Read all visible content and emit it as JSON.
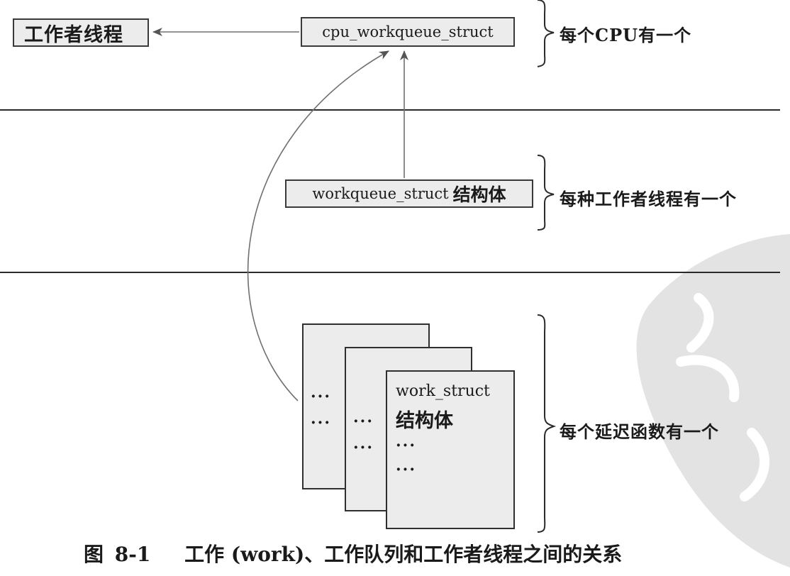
{
  "boxes": {
    "worker_thread": "工作者线程",
    "cpu_workqueue": "cpu_workqueue_struct",
    "workqueue_struct": "workqueue_struct",
    "workqueue_struct_suffix": "结构体",
    "work_struct": "work_struct",
    "work_struct_suffix": "结构体"
  },
  "ellipsis": "···",
  "braces": {
    "per_cpu": "每个CPU有一个",
    "per_worker_type": "每种工作者线程有一个",
    "per_deferred_func": "每个延迟函数有一个"
  },
  "caption": {
    "label": "图",
    "number": "8-1",
    "text": "工作 (work)、工作队列和工作者线程之间的关系"
  },
  "colors": {
    "box_fill": "#ececec",
    "stroke": "#2f2f2f",
    "arrow": "#707070",
    "watermark": "#e3e3e3"
  }
}
